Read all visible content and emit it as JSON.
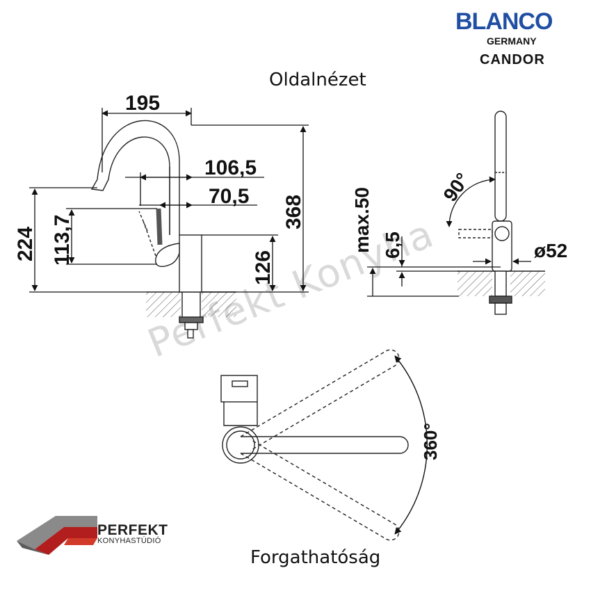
{
  "brand": {
    "logo_text": "BLANCO",
    "country": "GERMANY",
    "model": "CANDOR"
  },
  "views": {
    "side_title": "Oldalnézet",
    "rotation_title": "Forgathatóság"
  },
  "dimensions": {
    "reach": "195",
    "spout_offset": "106,5",
    "lever_offset": "70,5",
    "total_height": "368",
    "spout_height": "224",
    "lever_height": "113,7",
    "body_height": "126",
    "max_thickness": "max.50",
    "gap": "6,5",
    "diameter": "ø52",
    "lever_angle": "90°",
    "swivel_angle": "360°"
  },
  "watermark": "Perfekt Konyha",
  "dealer": {
    "name": "PERFEKT",
    "tagline": "KONYHASTÚDIÓ"
  },
  "colors": {
    "brand_blue": "#1f4ea3",
    "line": "#222222",
    "watermark": "#d9d9d9",
    "logo_red": "#b21e1e"
  }
}
